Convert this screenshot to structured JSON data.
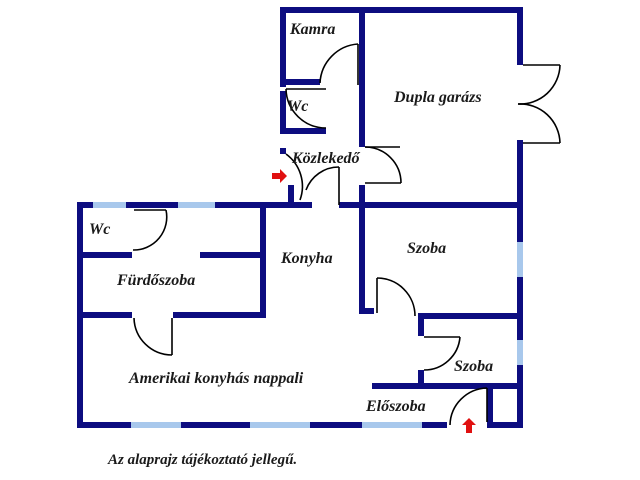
{
  "plan": {
    "colors": {
      "wall": "#0d0d80",
      "window": "#a8c8ec",
      "door": "#000000",
      "entry_arrow": "#e01010",
      "background": "#ffffff"
    },
    "rooms": {
      "kamra": "Kamra",
      "wc_top": "Wc",
      "dupla_garazs": "Dupla garázs",
      "kozlekedo": "Közlekedő",
      "wc_left": "Wc",
      "furdoszoba": "Fürdőszoba",
      "konyha": "Konyha",
      "szoba_1": "Szoba",
      "szoba_2": "Szoba",
      "nappali": "Amerikai konyhás nappali",
      "eloszoba": "Előszoba"
    },
    "entries": [
      {
        "name": "side-entrance",
        "direction": "right"
      },
      {
        "name": "main-entrance",
        "direction": "up"
      }
    ]
  },
  "footer": {
    "note": "Az alaprajz tájékoztató jellegű."
  }
}
